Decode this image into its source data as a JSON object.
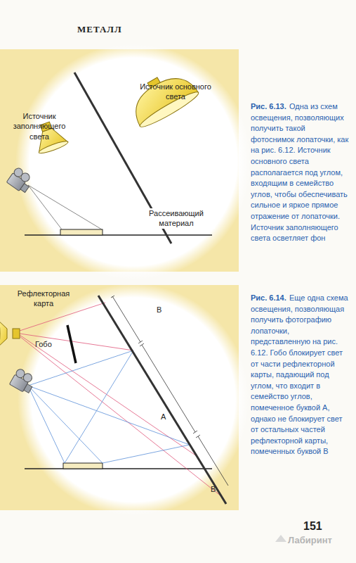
{
  "diagram": {
    "title": "МЕТАЛЛ",
    "labels": [
      "Источник заполняющего света",
      "Источник основного света",
      "Рассеивающий материал",
      "Рис. 6.13.",
      "Одна из схем освещения, позволяющих получить такой фотоснимок лопаточки, как на рис. 6.12. Источник основного света располагается под углом, входящим в семейство углов, чтобы обеспечивать сильное и яркое прямое отражение от лопаточки. Источник заполняющего света осветляет фон",
      "Рефлекторная карта",
      "Гобо",
      "В",
      "А",
      "В",
      "Рис. 6.14.",
      "Еще одна схема освещения, позволяющая получить фотографию лопаточки, представленную на рис. 6.12. Гобо блокирует свет от части рефлекторной карты, падающий под углом, что входит в семейство углов, помеченное буквой А, однако не блокирует свет от остальных частей рефлекторной карты, помеченных буквой В",
      "151",
      "Лабиринт"
    ]
  }
}
